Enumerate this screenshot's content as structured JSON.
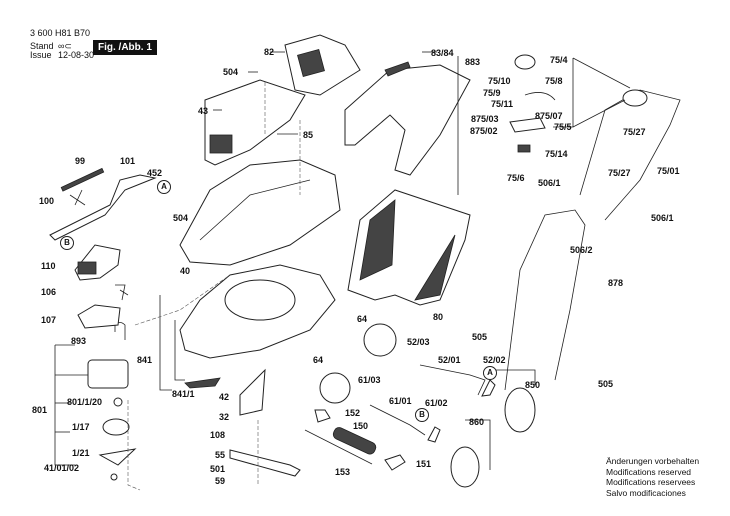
{
  "header": {
    "doc_number": "3 600 H81 B70",
    "stand_label": "Stand",
    "issue_label": "Issue",
    "stand_value": "∞⊂",
    "issue_date": "12-08-30",
    "figure_label": "Fig. /Abb. 1"
  },
  "notes": [
    "Änderungen vorbehalten",
    "Modifications reserved",
    "Modifications reservees",
    "Salvo modificaciones"
  ],
  "callouts": {
    "A": "A",
    "B": "B"
  },
  "parts": {
    "p82": "82",
    "p504a": "504",
    "p43": "43",
    "p85": "85",
    "p99": "99",
    "p101": "101",
    "p452": "452",
    "p100": "100",
    "p504b": "504",
    "p40": "40",
    "p110": "110",
    "p106": "106",
    "p107": "107",
    "p893": "893",
    "p801": "801",
    "p801_1_20": "801/1/20",
    "p1_17": "1/17",
    "p1_21": "1/21",
    "p41_01_02": "41/01/02",
    "p841": "841",
    "p841_1": "841/1",
    "p42": "42",
    "p32": "32",
    "p108": "108",
    "p55": "55",
    "p501": "501",
    "p59": "59",
    "p83_84": "83/84",
    "p883": "883",
    "p80": "80",
    "p64a": "64",
    "p64b": "64",
    "p52_03": "52/03",
    "p52_01": "52/01",
    "p52_02": "52/02",
    "p61_03": "61/03",
    "p61_01": "61/01",
    "p61_02": "61/02",
    "p152": "152",
    "p150": "150",
    "p153": "153",
    "p151": "151",
    "p860": "860",
    "p850": "850",
    "p505a": "505",
    "p505b": "505",
    "p75_4": "75/4",
    "p75_10": "75/10",
    "p75_8": "75/8",
    "p75_9": "75/9",
    "p75_11": "75/11",
    "p875_03": "875/03",
    "p875_07": "875/07",
    "p875_02": "875/02",
    "p75_5": "75/5",
    "p75_14": "75/14",
    "p75_6": "75/6",
    "p506_1a": "506/1",
    "p506_1b": "506/1",
    "p75_27a": "75/27",
    "p75_27b": "75/27",
    "p75_01": "75/01",
    "p506_2": "506/2",
    "p878": "878"
  }
}
